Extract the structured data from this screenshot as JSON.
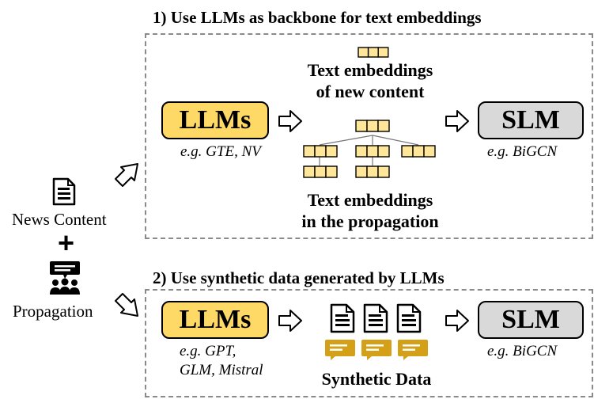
{
  "left": {
    "news_label": "News Content",
    "plus": "+",
    "propagation_label": "Propagation"
  },
  "section1": {
    "title": "1) Use LLMs as backbone for text embeddings",
    "llm_label": "LLMs",
    "llm_examples": "e.g. GTE, NV",
    "new_content_label_line1": "Text embeddings",
    "new_content_label_line2": "of new content",
    "propagation_label_line1": "Text embeddings",
    "propagation_label_line2": "in the propagation",
    "slm_label": "SLM",
    "slm_examples": "e.g. BiGCN"
  },
  "section2": {
    "title": "2) Use synthetic data generated by LLMs",
    "llm_label": "LLMs",
    "llm_examples_line1": "e.g. GPT,",
    "llm_examples_line2": "GLM, Mistral",
    "synthetic_label": "Synthetic Data",
    "slm_label": "SLM",
    "slm_examples": "e.g. BiGCN"
  },
  "colors": {
    "llm_fill": "#ffd966",
    "slm_fill": "#d9d9d9",
    "embedding_fill": "#ffe699",
    "chat_bubble": "#d4a017",
    "panel_border": "#8a8a8a"
  }
}
